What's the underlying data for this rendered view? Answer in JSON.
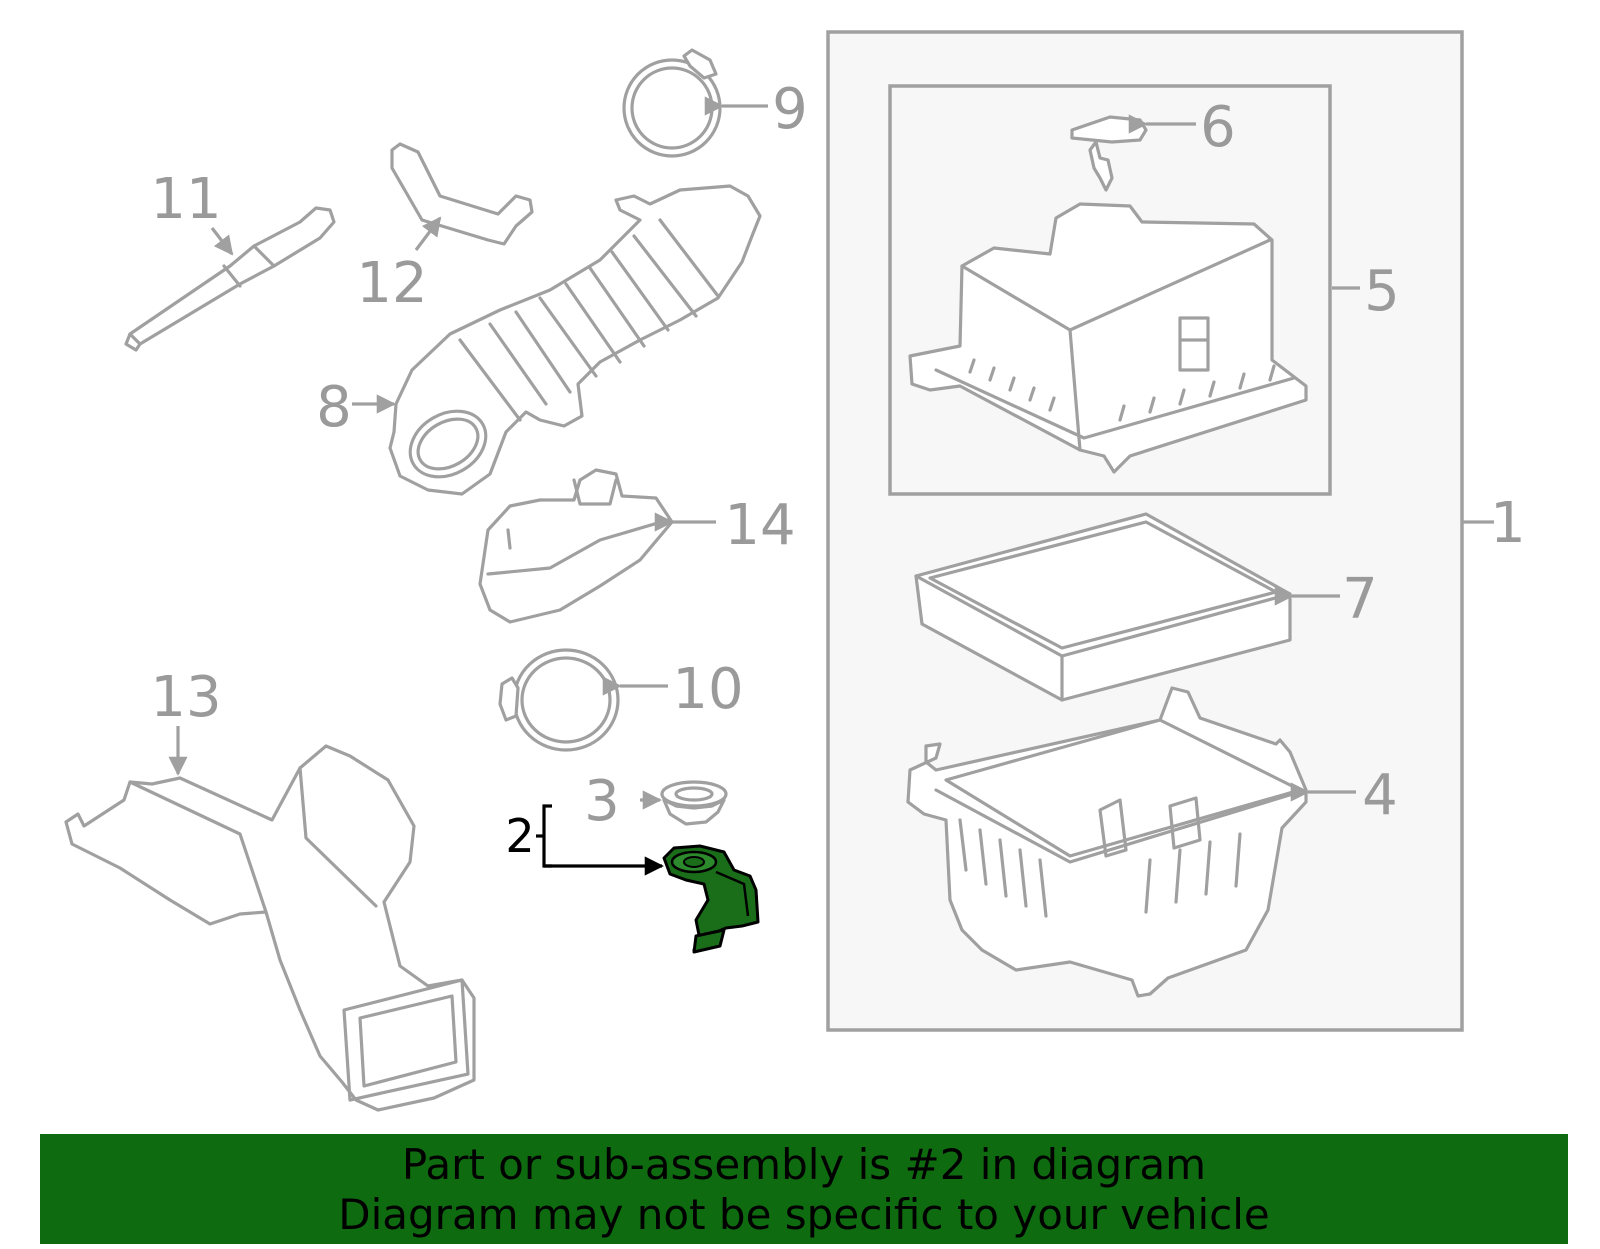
{
  "callouts": {
    "c1": "1",
    "c2": "2",
    "c3": "3",
    "c4": "4",
    "c5": "5",
    "c6": "6",
    "c7": "7",
    "c8": "8",
    "c9": "9",
    "c10": "10",
    "c11": "11",
    "c12": "12",
    "c13": "13",
    "c14": "14"
  },
  "highlight_part": "2",
  "colors": {
    "part_stroke": "#a0a0a0",
    "highlight_fill": "#1a6e1a",
    "banner_bg": "#0f6b0f",
    "box_fill": "#f7f7f7"
  },
  "banner": {
    "line1": "Part or sub-assembly is #2 in diagram",
    "line2": "Diagram may not be specific to your vehicle"
  }
}
